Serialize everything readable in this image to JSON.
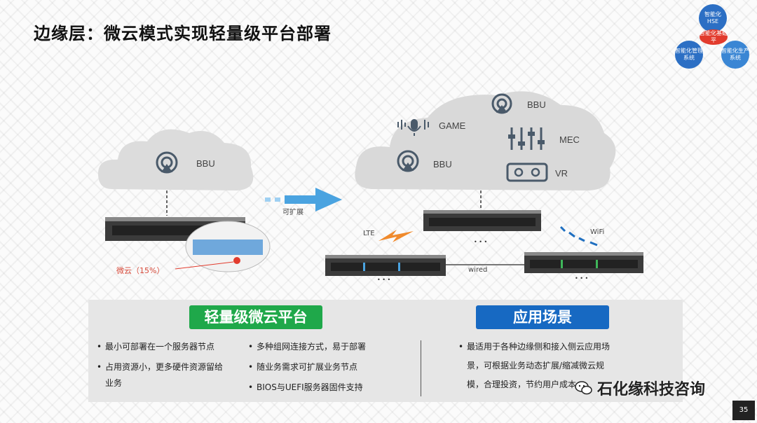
{
  "title": "边缘层：微云模式实现轻量级平台部署",
  "logo": {
    "top": "智能化HSE",
    "left": "智能化管理系统",
    "right": "智能化生产系统",
    "center": "智能化基础平"
  },
  "diagram": {
    "left_cloud": {
      "bbu": "BBU"
    },
    "callout": "微云（15%）",
    "arrow_label": "可扩展",
    "right_cloud": {
      "bbu_top": "BBU",
      "game": "GAME",
      "mec": "MEC",
      "bbu": "BBU",
      "vr": "VR"
    },
    "lte": "LTE",
    "wifi": "WiFi",
    "wired": "wired",
    "ellipsis": "• • •"
  },
  "panel": {
    "left_badge": "轻量级微云平台",
    "right_badge": "应用场景",
    "left_col1": [
      "最小可部署在一个服务器节点",
      "占用资源小，更多硬件资源留给",
      "业务"
    ],
    "left_col2": [
      "多种组网连接方式，易于部署",
      "随业务需求可扩展业务节点",
      "BIOS与UEFI服务器固件支持"
    ],
    "right_col": [
      "最适用于各种边缘侧和接入侧云应用场",
      "景，可根据业务动态扩展/缩减微云规",
      "模，合理投资，节约用户成本"
    ]
  },
  "watermark": "石化缘科技咨询",
  "page_number": "35"
}
